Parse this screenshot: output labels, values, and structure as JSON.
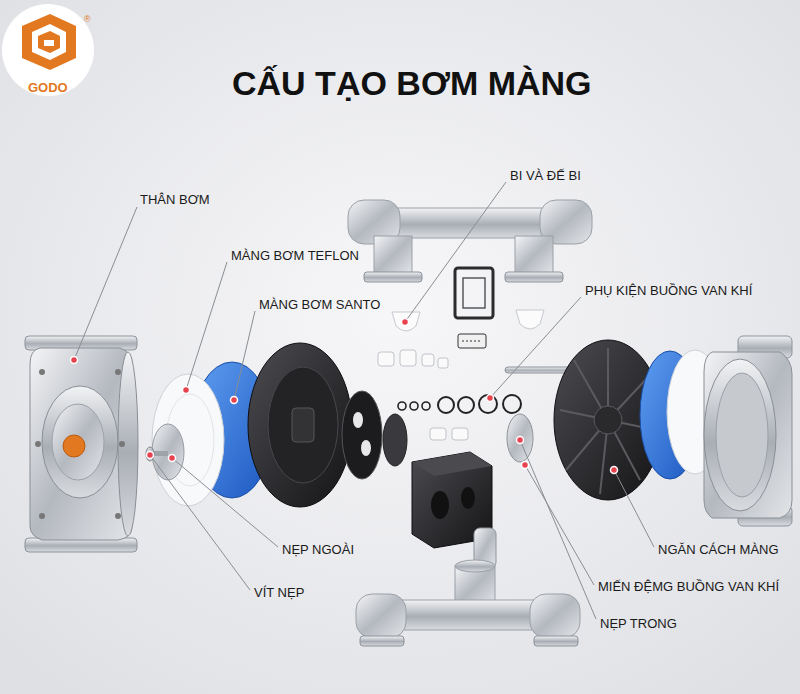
{
  "diagram": {
    "title": "CẤU TẠO BƠM MÀNG",
    "labels": [
      "GODO",
      "®",
      "THÂN BƠM",
      "MÀNG BƠM TEFLON",
      "MÀNG BƠM SANTO",
      "NẸP NGOÀI",
      "VÍT NẸP",
      "BI VÀ ĐẾ BI",
      "PHỤ KIỆN BUỒNG VAN KHÍ",
      "NGĂN CÁCH MÀNG",
      "MIẾN ĐỆMG BUỒNG VAN KHÍ",
      "NẸP TRONG"
    ]
  }
}
